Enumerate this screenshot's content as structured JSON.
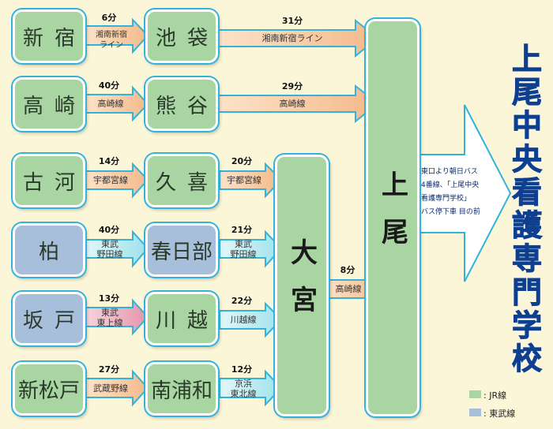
{
  "stations": {
    "shinjuku": "新宿",
    "ikebukuro": "池袋",
    "takasaki": "高崎",
    "kumagaya": "熊谷",
    "koga": "古河",
    "kuki": "久喜",
    "kashiwa": "柏",
    "kasukabe": "春日部",
    "sakado": "坂戸",
    "kawagoe": "川越",
    "shinmatsudo": "新松戸",
    "minamiurawa": "南浦和",
    "omiya": "大宮",
    "ageo": "上尾"
  },
  "legs": {
    "shinjuku_ikebukuro": {
      "time": "6分",
      "line": "湘南新宿\nライン"
    },
    "ikebukuro_ageo": {
      "time": "31分",
      "line": "湘南新宿ライン"
    },
    "takasaki_kumagaya": {
      "time": "40分",
      "line": "高崎線"
    },
    "kumagaya_ageo": {
      "time": "29分",
      "line": "高崎線"
    },
    "koga_kuki": {
      "time": "14分",
      "line": "宇都宮線"
    },
    "kuki_omiya": {
      "time": "20分",
      "line": "宇都宮線"
    },
    "kashiwa_kasukabe": {
      "time": "40分",
      "line": "東武\n野田線"
    },
    "kasukabe_omiya": {
      "time": "21分",
      "line": "東武\n野田線"
    },
    "sakado_kawagoe": {
      "time": "13分",
      "line": "東武\n東上線"
    },
    "kawagoe_omiya": {
      "time": "22分",
      "line": "川越線"
    },
    "shinmatsudo_minamiurawa": {
      "time": "27分",
      "line": "武蔵野線"
    },
    "minamiurawa_omiya": {
      "time": "12分",
      "line": "京浜\n東北線"
    },
    "omiya_ageo": {
      "time": "8分",
      "line": "高崎線"
    }
  },
  "bus_note": "東口より朝日バス\n4番線、「上尾中央\n看護専門学校」\nバス停下車 目の前",
  "destination": "上尾中央看護専門学校",
  "legend": {
    "jr": ": JR線",
    "tobu": ": 東武線"
  },
  "colors": {
    "jr_station": "#a8d5a1",
    "tobu_station": "#a8bfdc",
    "border": "#33b3da",
    "arrow_orange": "#f7c69a",
    "arrow_cyan": "#b8e8ef",
    "arrow_pink": "#e9a7b9",
    "destination_text": "#0f3f8f",
    "background": "#fbf6d8"
  }
}
